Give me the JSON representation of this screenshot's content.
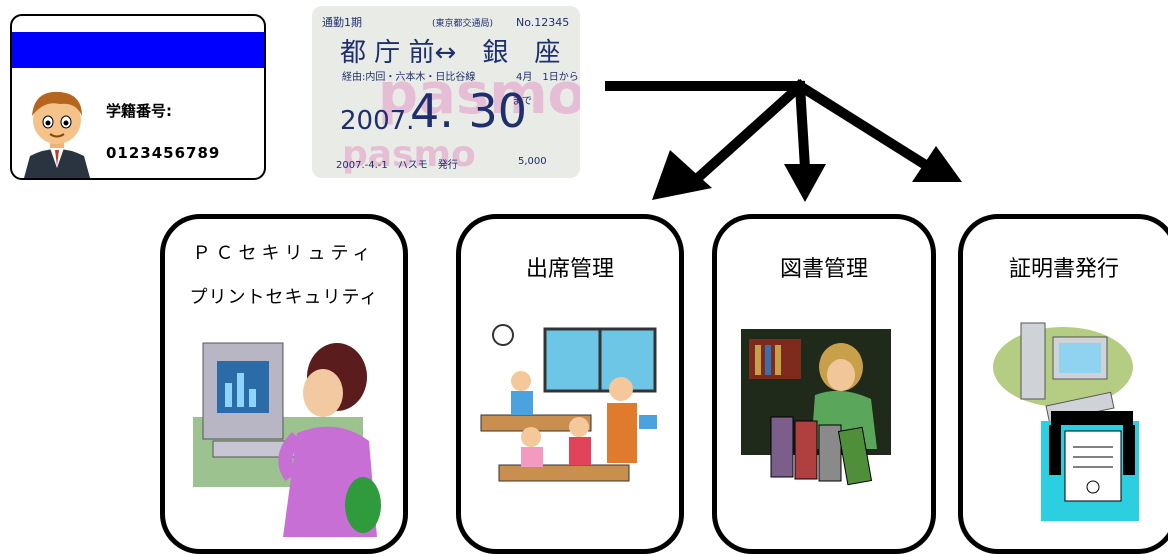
{
  "id_card": {
    "student_number_label": "学籍番号:",
    "student_number": "0123456789",
    "band_color": "#0000ff"
  },
  "commuter_pass": {
    "top_left": "通勤1期",
    "issuer": "(東京都交通局)",
    "number": "No.12345",
    "route": "都 庁 前↔　銀　座",
    "via": "経由:内回・六本木・日比谷線",
    "start_date": "4月　1日から",
    "expiry_year": "2007.",
    "expiry_date": "4. 30",
    "until": "まで",
    "issue_info": "2007.-4.-1　ハスモ　発行",
    "fare": "5,000",
    "watermark": "pasmo"
  },
  "flow": {
    "arrow_color": "#000000"
  },
  "boxes": [
    {
      "title_line1": "ＰＣセキリュティ",
      "title_line2": "プリントセキュリティ",
      "illustration": "woman-at-computer-illustration"
    },
    {
      "title": "出席管理",
      "illustration": "classroom-illustration"
    },
    {
      "title": "図書管理",
      "illustration": "library-illustration"
    },
    {
      "title": "証明書発行",
      "illustration": "certificate-terminal-illustration"
    }
  ]
}
